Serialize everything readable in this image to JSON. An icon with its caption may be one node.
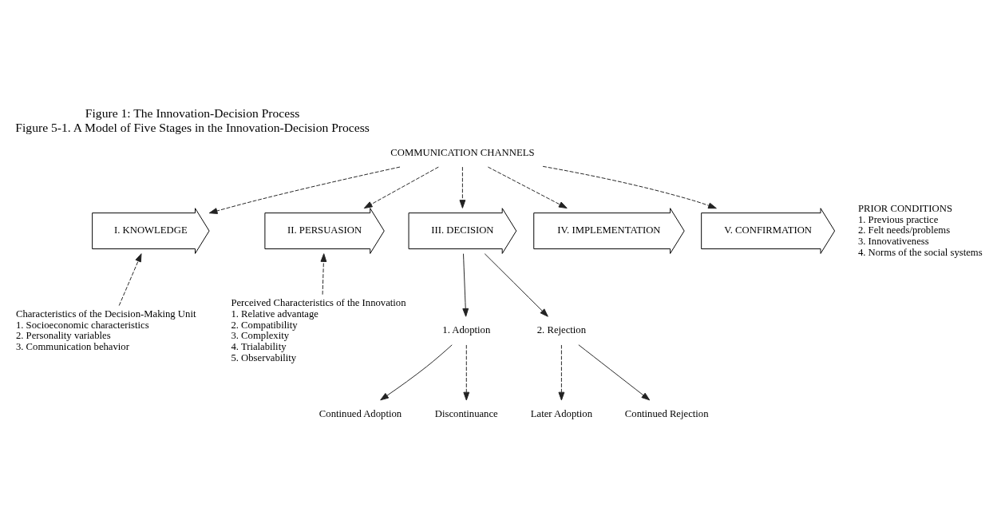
{
  "diagram": {
    "title": "Figure 1: The Innovation-Decision Process",
    "caption": "Figure 5-1. A Model of Five Stages in the Innovation-Decision Process",
    "nodes": [
      {
        "text": [
          "COMMUNICATION CHANNELS"
        ]
      },
      {
        "text": [
          "PRIOR CONDITIONS",
          "1. Previous practice",
          "2. Felt needs/problems",
          "3. Innovativeness",
          "4. Norms of the social systems"
        ]
      },
      {
        "text": [
          "I. KNOWLEDGE"
        ]
      },
      {
        "text": [
          "II. PERSUASION"
        ]
      },
      {
        "text": [
          "III. DECISION"
        ]
      },
      {
        "text": [
          "IV. IMPLEMENTATION"
        ]
      },
      {
        "text": [
          "V. CONFIRMATION"
        ]
      },
      {
        "text": [
          "Characteristics of the Decision-Making Unit",
          "1. Socioeconomic characteristics",
          "2. Personality variables",
          "3. Communication behavior"
        ]
      },
      {
        "text": [
          "Perceived Characteristics of the Innovation",
          "1. Relative advantage",
          "2. Compatibility",
          "3. Complexity",
          "4. Trialability",
          "5. Observability"
        ]
      },
      {
        "text": [
          "1. Adoption"
        ]
      },
      {
        "text": [
          "2. Rejection"
        ]
      },
      {
        "text": [
          "Continued Adoption"
        ]
      },
      {
        "text": [
          "Later Adoption"
        ]
      },
      {
        "text": [
          "Discontinuance"
        ]
      },
      {
        "text": [
          "Continued Rejection"
        ]
      }
    ],
    "edges": [
      {
        "from": 0,
        "to": 2,
        "arrow": "to",
        "style": "dashed"
      },
      {
        "from": 0,
        "to": 3,
        "arrow": "to",
        "style": "dashed"
      },
      {
        "from": 0,
        "to": 4,
        "arrow": "to",
        "style": "dashed"
      },
      {
        "from": 0,
        "to": 5,
        "arrow": "to",
        "style": "dashed"
      },
      {
        "from": 0,
        "to": 6,
        "arrow": "to",
        "style": "dashed"
      },
      {
        "from": 7,
        "to": 2,
        "arrow": "to",
        "style": "dashed"
      },
      {
        "from": 8,
        "to": 3,
        "arrow": "to",
        "style": "dashed"
      },
      {
        "from": 4,
        "to": 9,
        "arrow": "to"
      },
      {
        "from": 4,
        "to": 10,
        "arrow": "to"
      },
      {
        "from": 9,
        "to": 11,
        "arrow": "to"
      },
      {
        "from": 9,
        "to": 13,
        "arrow": "to",
        "style": "dashed"
      },
      {
        "from": 10,
        "to": 12,
        "arrow": "to",
        "style": "dashed"
      },
      {
        "from": 10,
        "to": 14,
        "arrow": "to"
      }
    ]
  }
}
